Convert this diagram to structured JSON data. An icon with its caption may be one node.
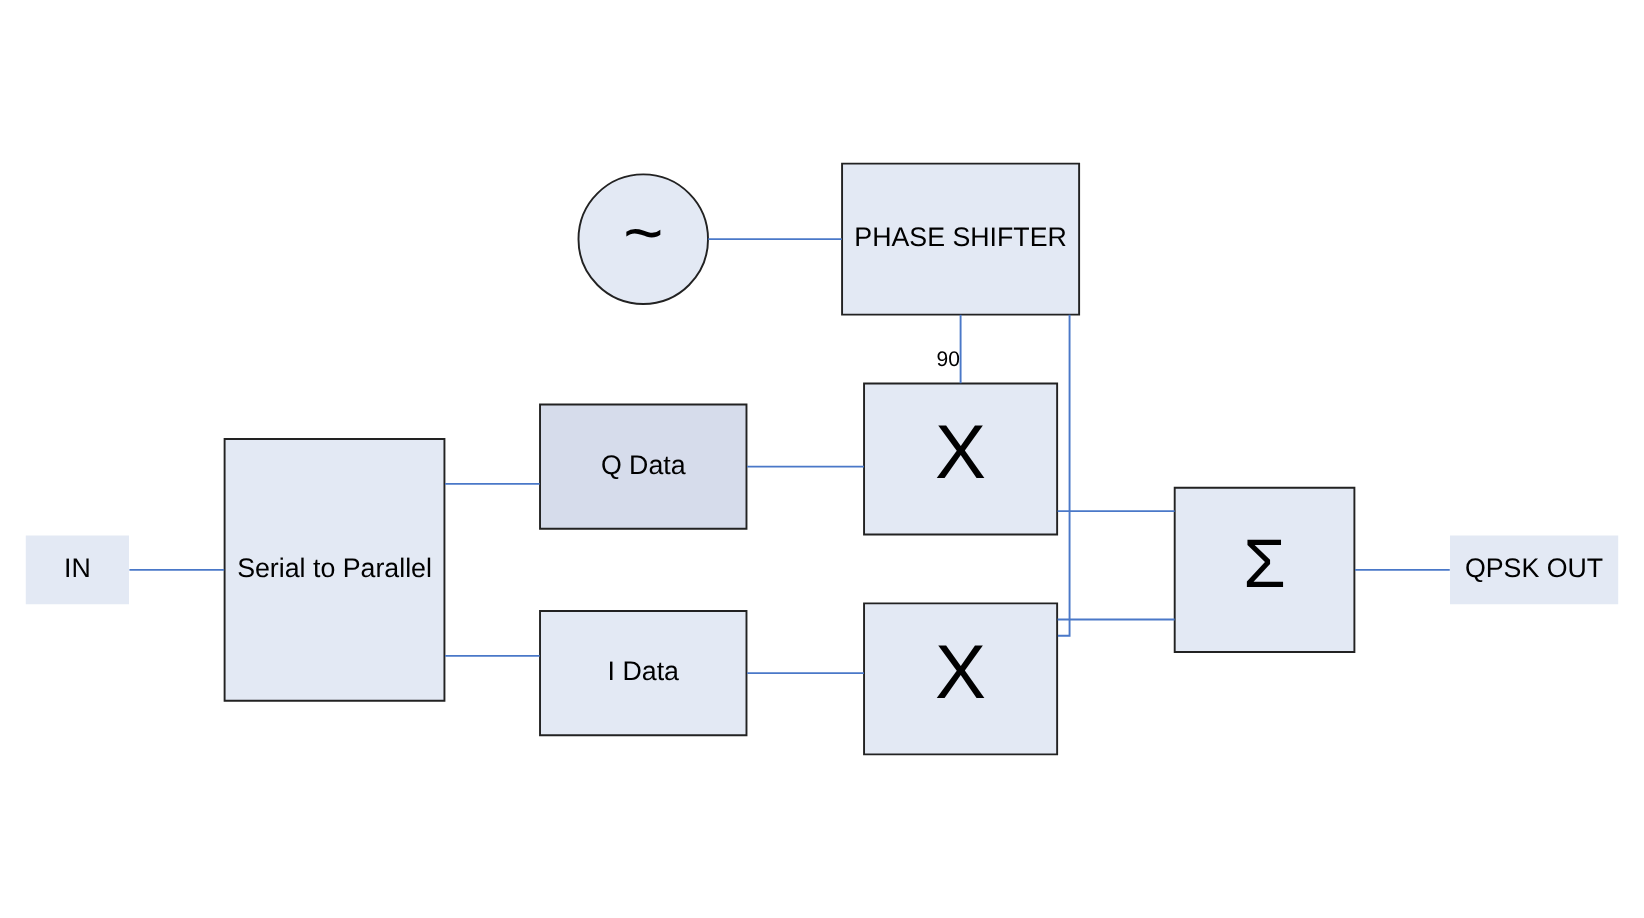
{
  "diagram": {
    "nodes": [
      {
        "text": [
          "IN"
        ]
      },
      {
        "text": [
          "Serial to Parallel"
        ]
      },
      {
        "text": [
          "I Data"
        ]
      },
      {
        "text": [
          "X"
        ]
      },
      {
        "text": [
          "~"
        ]
      },
      {
        "text": [
          "PHASE SHIFTER"
        ]
      },
      {
        "text": [
          "Σ"
        ]
      },
      {
        "text": [
          "QPSK OUT"
        ]
      },
      {
        "text": [
          "Q Data"
        ]
      },
      {
        "text": [
          "X"
        ]
      }
    ],
    "edges": [
      {
        "from": 0,
        "to": 1,
        "arrow": "none"
      },
      {
        "from": 1,
        "to": 2,
        "arrow": "none"
      },
      {
        "from": 2,
        "to": 3,
        "arrow": "none"
      },
      {
        "from": 3,
        "to": 6,
        "arrow": "none"
      },
      {
        "from": 1,
        "to": 8,
        "arrow": "none"
      },
      {
        "from": 8,
        "to": 9,
        "arrow": "none"
      },
      {
        "from": 9,
        "to": 6,
        "arrow": "none"
      },
      {
        "from": 4,
        "to": 5,
        "arrow": "none"
      },
      {
        "from": 5,
        "to": 3,
        "arrow": "none"
      },
      {
        "from": 5,
        "to": 9,
        "arrow": "none",
        "label": "90"
      },
      {
        "from": 6,
        "to": 7,
        "arrow": "none"
      }
    ]
  }
}
